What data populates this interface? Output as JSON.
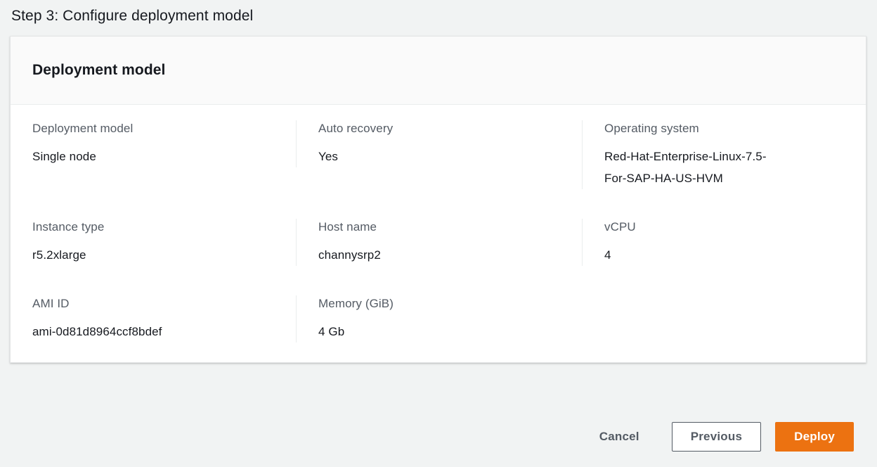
{
  "page": {
    "step_title": "Step 3: Configure deployment model",
    "background_color": "#f1f3f3"
  },
  "card": {
    "header_title": "Deployment model",
    "header_background": "#fafafa",
    "body_background": "#ffffff",
    "rows": [
      {
        "cells": [
          {
            "label": "Deployment model",
            "value": "Single node",
            "lines": [
              "Single node"
            ]
          },
          {
            "label": "Auto recovery",
            "value": "Yes",
            "lines": [
              "Yes"
            ]
          },
          {
            "label": "Operating system",
            "value": "Red-Hat-Enterprise-Linux-7.5-For-SAP-HA-US-HVM",
            "lines": [
              "Red-Hat-Enterprise-Linux-7.5-",
              "For-SAP-HA-US-HVM"
            ]
          }
        ]
      },
      {
        "cells": [
          {
            "label": "Instance type",
            "value": "r5.2xlarge",
            "lines": [
              "r5.2xlarge"
            ]
          },
          {
            "label": "Host name",
            "value": "channysrp2",
            "lines": [
              "channysrp2"
            ]
          },
          {
            "label": "vCPU",
            "value": "4",
            "lines": [
              "4"
            ]
          }
        ]
      },
      {
        "cells": [
          {
            "label": "AMI ID",
            "value": "ami-0d81d8964ccf8bdef",
            "lines": [
              "ami-0d81d8964ccf8bdef"
            ]
          },
          {
            "label": "Memory (GiB)",
            "value": "4 Gb",
            "lines": [
              "4 Gb"
            ]
          }
        ]
      }
    ]
  },
  "footer": {
    "cancel_label": "Cancel",
    "previous_label": "Previous",
    "deploy_label": "Deploy",
    "deploy_color": "#ec7211",
    "secondary_color": "#545b64"
  }
}
